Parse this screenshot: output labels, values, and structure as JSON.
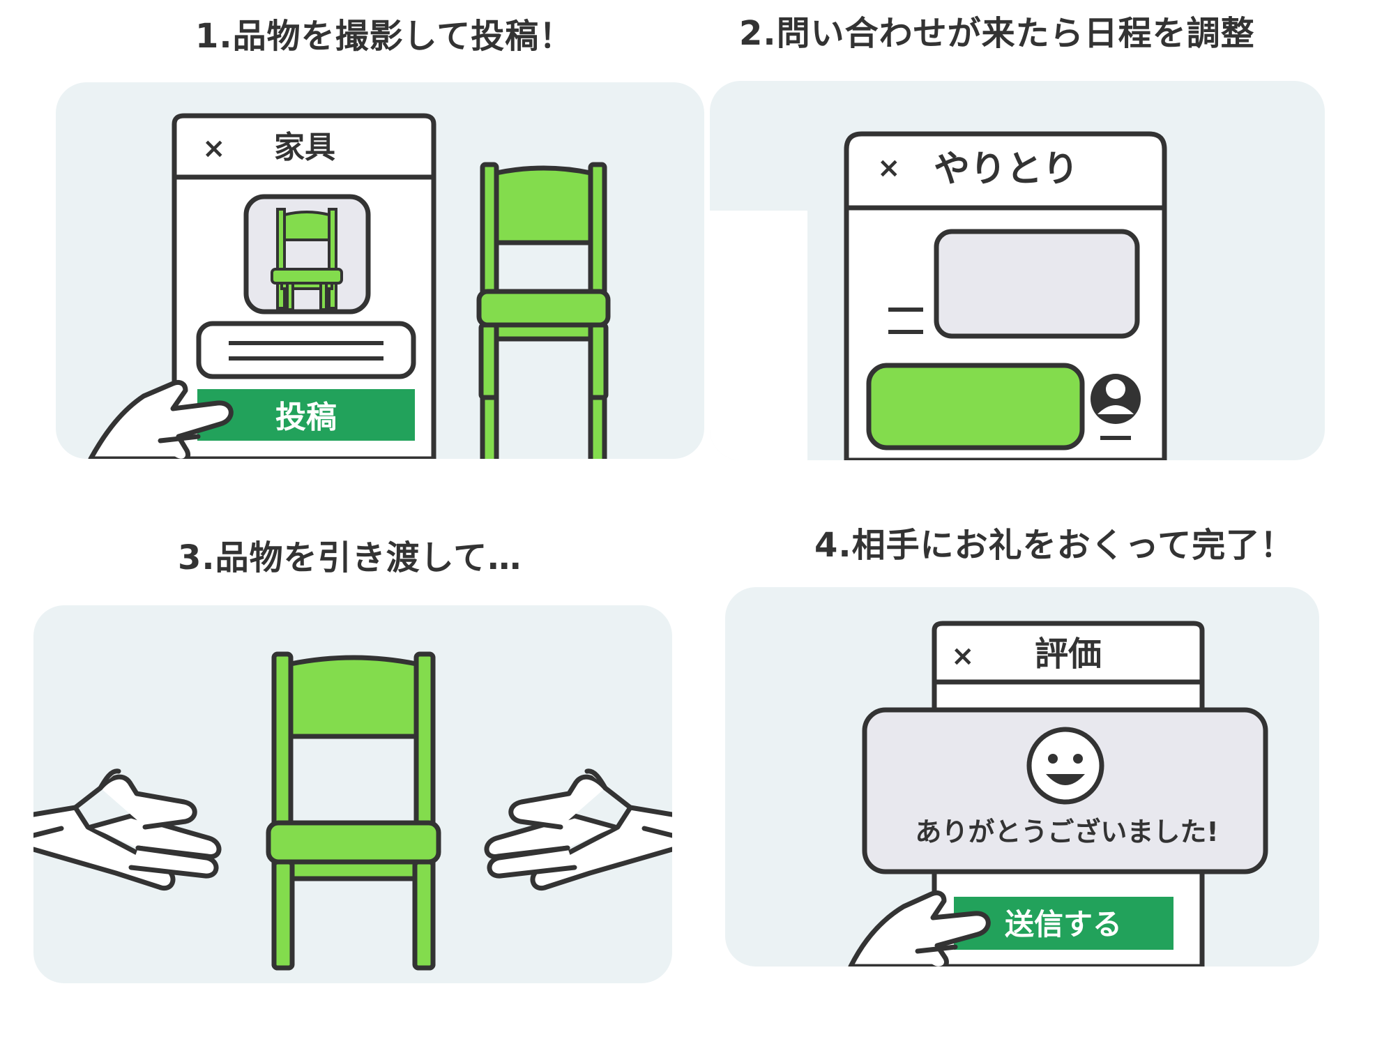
{
  "steps": [
    {
      "title": "1.品物を撮影して投稿！",
      "screen_title": "家具",
      "close_label": "×",
      "button_label": "投稿"
    },
    {
      "title": "2.問い合わせが来たら日程を調整",
      "screen_title": "やりとり",
      "close_label": "×"
    },
    {
      "title": "3.品物を引き渡して…"
    },
    {
      "title": "4.相手にお礼をおくって完了！",
      "screen_title": "評価",
      "close_label": "×",
      "message": "ありがとうございました!",
      "button_label": "送信する"
    }
  ],
  "colors": {
    "panel_bg": "#ebf2f4",
    "chair_green": "#83dc4d",
    "button_green": "#22a25b",
    "outline": "#333333",
    "bubble_gray": "#e8e8ee"
  }
}
